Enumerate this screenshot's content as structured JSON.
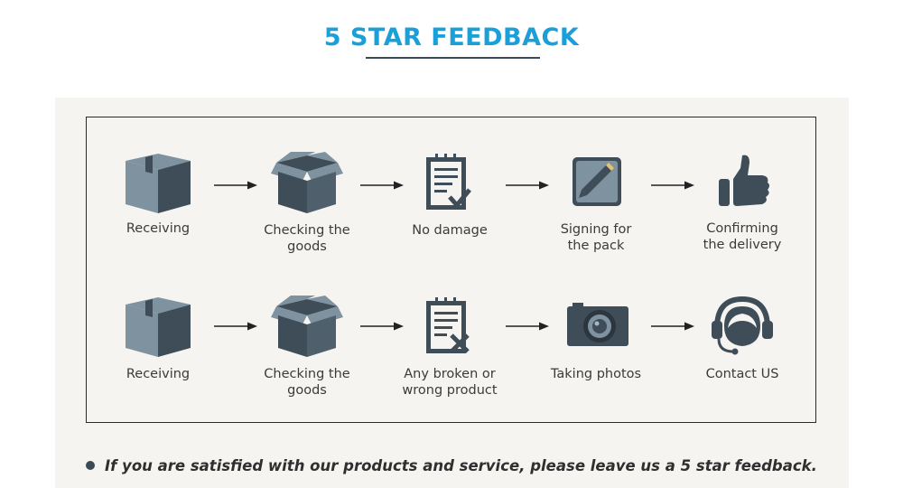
{
  "header": {
    "title": "5 STAR FEEDBACK"
  },
  "rows": [
    {
      "steps": [
        {
          "icon": "closed-box-icon",
          "label": "Receiving"
        },
        {
          "icon": "open-box-icon",
          "label": "Checking the\ngoods"
        },
        {
          "icon": "checklist-approved-icon",
          "label": "No damage"
        },
        {
          "icon": "sign-pencil-icon",
          "label": "Signing for\nthe pack"
        },
        {
          "icon": "thumbs-up-icon",
          "label": "Confirming\nthe delivery"
        }
      ]
    },
    {
      "steps": [
        {
          "icon": "closed-box-icon",
          "label": "Receiving"
        },
        {
          "icon": "open-box-icon",
          "label": "Checking the\ngoods"
        },
        {
          "icon": "checklist-rejected-icon",
          "label": "Any broken or\nwrong product"
        },
        {
          "icon": "camera-icon",
          "label": "Taking photos"
        },
        {
          "icon": "headset-support-icon",
          "label": "Contact US"
        }
      ]
    }
  ],
  "footer": {
    "note": "If you are satisfied with our products and service, please leave us a 5 star feedback."
  },
  "colors": {
    "title": "#1a9fd9",
    "icon_dark": "#3e4d58",
    "icon_light": "#7f929f",
    "panel_bg": "#f6f4f1"
  }
}
